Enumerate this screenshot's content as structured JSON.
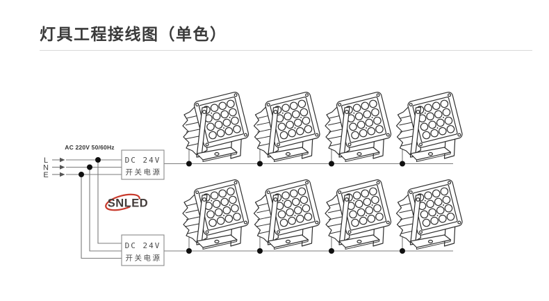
{
  "title": "灯具工程接线图（单色）",
  "power_input": {
    "spec": "AC 220V 50/60Hz",
    "terminals": [
      {
        "label": "L"
      },
      {
        "label": "N"
      },
      {
        "label": "E"
      }
    ]
  },
  "power_supplies": [
    {
      "line1": "DC 24V",
      "line2": "开关电源"
    },
    {
      "line1": "DC 24V",
      "line2": "开关电源"
    }
  ],
  "logo": {
    "text": "SNLED"
  },
  "lamps": {
    "rows": 2,
    "per_row": 4,
    "total": 8,
    "leds_per_lamp": 16
  },
  "colors": {
    "accent_red": "#c8392b",
    "line_art": "#2d2d2d",
    "wire": "#7b7b7b",
    "junction_dot": "#101010",
    "box_border": "#8a8a8a",
    "divider": "#d9d9d9",
    "title_text": "#3a3a3a"
  }
}
